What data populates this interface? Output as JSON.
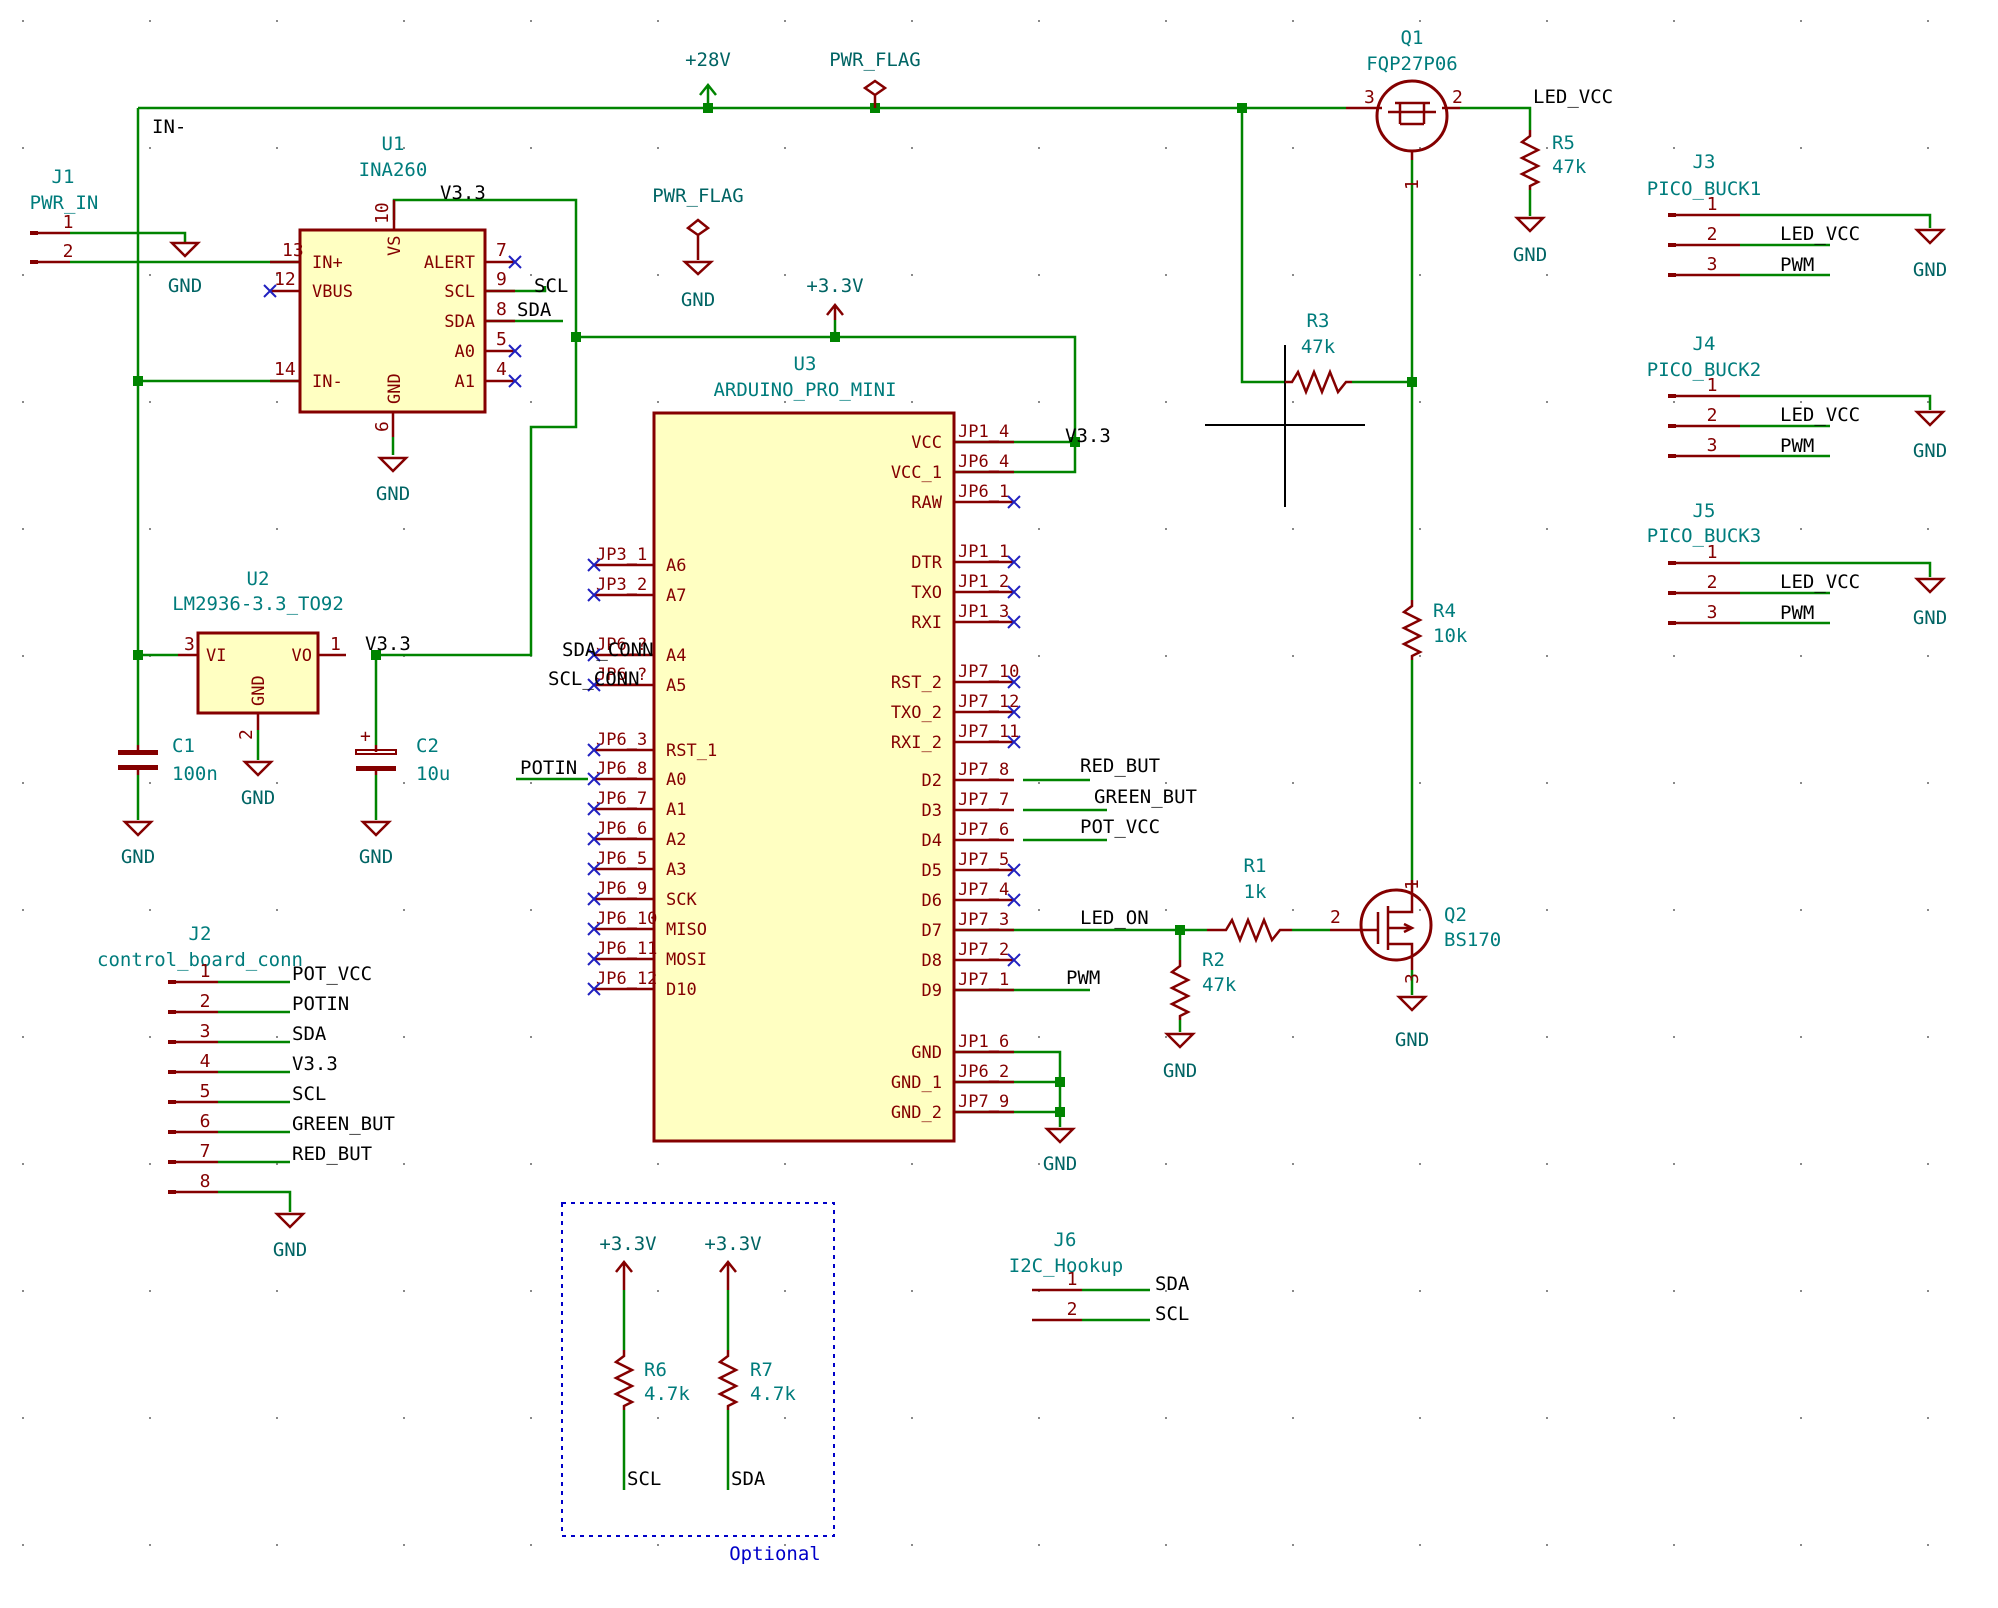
{
  "sheet": {
    "note_label": "Optional",
    "colors": {
      "wire": "#008400",
      "symbol": "#840000",
      "symbol_fill": "#ffffc2",
      "ref": "#007c7c",
      "note": "#0000c8"
    }
  },
  "nets": {
    "in_minus": "IN-",
    "v33": "V3.3",
    "scl": "SCL",
    "sda": "SDA",
    "sda_conn": "SDA_CONN",
    "scl_conn": "SCL_CONN",
    "potin": "POTIN",
    "red_but": "RED_BUT",
    "green_but": "GREEN_BUT",
    "pot_vcc": "POT_VCC",
    "led_on": "LED_ON",
    "pwm": "PWM",
    "led_vcc": "LED_VCC",
    "pwm_hdr": "PWM",
    "led_vcc_hdr": "LED_VCC"
  },
  "power": {
    "p28": "+28V",
    "pwr_flag": "PWR_FLAG",
    "p33": "+3.3V",
    "gnd": "GND"
  },
  "parts": {
    "J1": {
      "ref": "J1",
      "value": "PWR_IN",
      "pins": [
        "1",
        "2"
      ]
    },
    "U1": {
      "ref": "U1",
      "value": "INA260",
      "pins_left": [
        [
          "12",
          "VBUS"
        ],
        [
          "13",
          "IN+"
        ],
        [
          "14",
          "IN-"
        ]
      ],
      "pins_right": [
        [
          "7",
          "ALERT"
        ],
        [
          "9",
          "SCL"
        ],
        [
          "8",
          "SDA"
        ],
        [
          "5",
          "A0"
        ],
        [
          "4",
          "A1"
        ]
      ],
      "vs": [
        "10",
        "VS"
      ],
      "gnd": [
        "6",
        "GND"
      ]
    },
    "U2": {
      "ref": "U2",
      "value": "LM2936-3.3_TO92",
      "vi": [
        "3",
        "VI"
      ],
      "vo": [
        "1",
        "VO"
      ],
      "gnd": [
        "2",
        "GND"
      ]
    },
    "C1": {
      "ref": "C1",
      "value": "100n"
    },
    "C2": {
      "ref": "C2",
      "value": "10u"
    },
    "U3": {
      "ref": "U3",
      "value": "ARDUINO_PRO_MINI",
      "left": [
        [
          "JP3_1",
          "A6"
        ],
        [
          "JP3_2",
          "A7"
        ],
        [
          "JP6_?",
          "A4"
        ],
        [
          "JP6_?",
          "A5"
        ],
        [
          "JP6_3",
          "RST_1"
        ],
        [
          "JP6_8",
          "A0"
        ],
        [
          "JP6_7",
          "A1"
        ],
        [
          "JP6_6",
          "A2"
        ],
        [
          "JP6_5",
          "A3"
        ],
        [
          "JP6_9",
          "SCK"
        ],
        [
          "JP6_10",
          "MISO"
        ],
        [
          "JP6_11",
          "MOSI"
        ],
        [
          "JP6_12",
          "D10"
        ]
      ],
      "right": [
        [
          "JP1_4",
          "VCC"
        ],
        [
          "JP6_4",
          "VCC_1"
        ],
        [
          "JP6_1",
          "RAW"
        ],
        [
          "JP1_1",
          "DTR"
        ],
        [
          "JP1_2",
          "TXO"
        ],
        [
          "JP1_3",
          "RXI"
        ],
        [
          "JP7_10",
          "RST_2"
        ],
        [
          "JP7_12",
          "TXO_2"
        ],
        [
          "JP7_11",
          "RXI_2"
        ],
        [
          "JP7_8",
          "D2"
        ],
        [
          "JP7_7",
          "D3"
        ],
        [
          "JP7_6",
          "D4"
        ],
        [
          "JP7_5",
          "D5"
        ],
        [
          "JP7_4",
          "D6"
        ],
        [
          "JP7_3",
          "D7"
        ],
        [
          "JP7_2",
          "D8"
        ],
        [
          "JP7_1",
          "D9"
        ],
        [
          "JP1_6",
          "GND"
        ],
        [
          "JP6_2",
          "GND_1"
        ],
        [
          "JP7_9",
          "GND_2"
        ]
      ]
    },
    "Q1": {
      "ref": "Q1",
      "value": "FQP27P06",
      "pins": [
        "3",
        "2",
        "1"
      ]
    },
    "Q2": {
      "ref": "Q2",
      "value": "BS170",
      "pins": [
        "1",
        "2",
        "3"
      ]
    },
    "R1": {
      "ref": "R1",
      "value": "1k"
    },
    "R2": {
      "ref": "R2",
      "value": "47k"
    },
    "R3": {
      "ref": "R3",
      "value": "47k"
    },
    "R4": {
      "ref": "R4",
      "value": "10k"
    },
    "R5": {
      "ref": "R5",
      "value": "47k"
    },
    "R6": {
      "ref": "R6",
      "value": "4.7k"
    },
    "R7": {
      "ref": "R7",
      "value": "4.7k"
    },
    "J2": {
      "ref": "J2",
      "value": "control_board_conn",
      "pins": [
        "1",
        "2",
        "3",
        "4",
        "5",
        "6",
        "7",
        "8"
      ],
      "nets": [
        "POT_VCC",
        "POTIN",
        "SDA",
        "V3.3",
        "SCL",
        "GREEN_BUT",
        "RED_BUT"
      ]
    },
    "J3": {
      "ref": "J3",
      "value": "PICO_BUCK1",
      "pins": [
        "1",
        "2",
        "3"
      ]
    },
    "J4": {
      "ref": "J4",
      "value": "PICO_BUCK2",
      "pins": [
        "1",
        "2",
        "3"
      ]
    },
    "J5": {
      "ref": "J5",
      "value": "PICO_BUCK3",
      "pins": [
        "1",
        "2",
        "3"
      ]
    },
    "J6": {
      "ref": "J6",
      "value": "I2C_Hookup",
      "pins": [
        "1",
        "2"
      ],
      "nets": [
        "SDA",
        "SCL"
      ]
    }
  }
}
